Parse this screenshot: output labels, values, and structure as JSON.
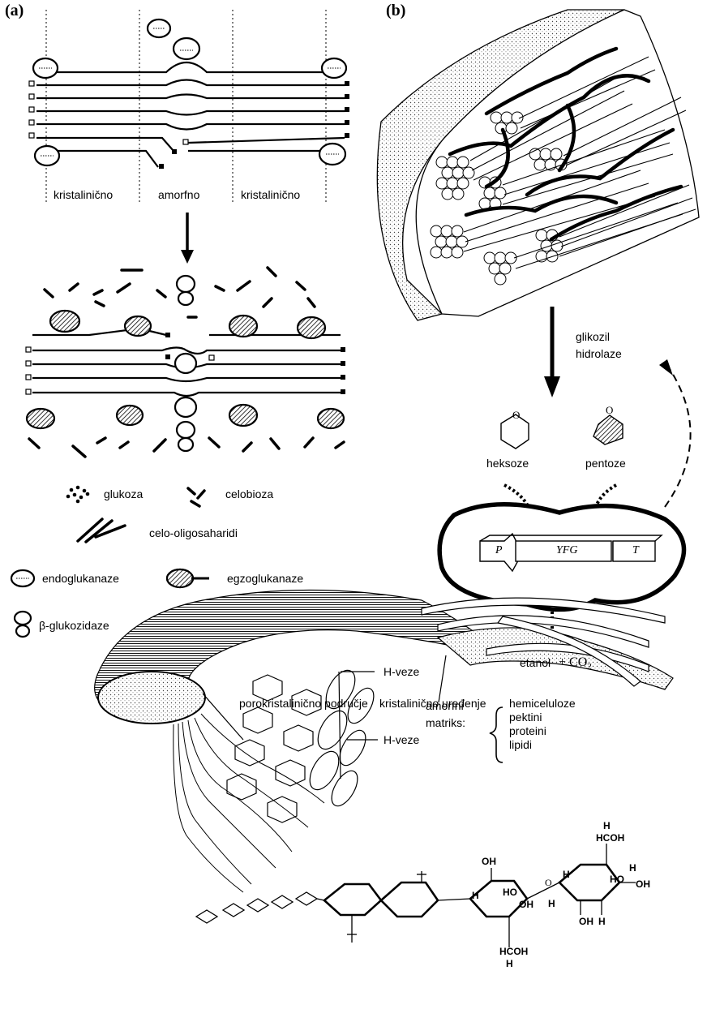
{
  "panel_a": {
    "label": "(a)",
    "region_labels": [
      "kristalinično",
      "amorfno",
      "kristalinično"
    ],
    "legend": {
      "glukoza": "glukoza",
      "celobioza": "celobioza",
      "celo_oligosaharidi": "celo-oligosaharidi",
      "endoglukanaze": "endoglukanaze",
      "egzoglukanaze": "egzoglukanaze",
      "beta_glukozidaze": "β-glukozidaze"
    }
  },
  "panel_b": {
    "label": "(b)",
    "enzyme_line1": "glikozil",
    "enzyme_line2": "hidrolaze",
    "hexose": "heksoze",
    "pentose": "pentoze",
    "gene_promoter": "P",
    "gene_name": "YFG",
    "gene_terminator": "T",
    "product": "etanol",
    "product_plus": "+ CO",
    "product_sub": "2"
  },
  "fiber": {
    "paracrystalline": "porokristalinično područje",
    "matrix_line1": "amorfni",
    "matrix_line2": "matriks:",
    "matrix_items": [
      "hemiceluloze",
      "pektini",
      "proteini",
      "lipidi"
    ],
    "hbond_top": "H-veze",
    "crystalline_order": "kristalinično uređenje",
    "hbond_bottom": "H-veze"
  },
  "structure_labels": {
    "oh1": "OH",
    "oh2": "OH",
    "oh3": "OH",
    "oh4": "OH",
    "ho1": "HO",
    "ho2": "HO",
    "h1": "H",
    "h2": "H",
    "h3": "H",
    "h4": "H",
    "h5": "H",
    "hcoh_top": "HCOH",
    "hcoh_bottom": "HCOH",
    "h_top": "H",
    "h_bottom": "H",
    "o1": "O",
    "o2": "O",
    "o3": "O"
  }
}
